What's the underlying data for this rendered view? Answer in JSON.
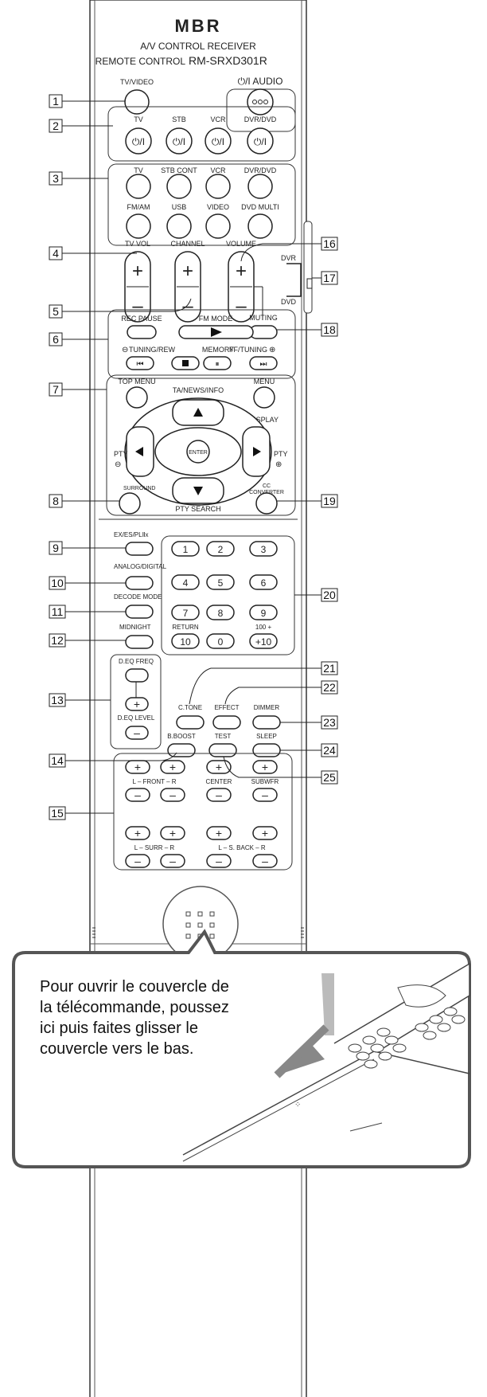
{
  "remote": {
    "brand_logo": "MBR",
    "line1": "A/V CONTROL RECEIVER",
    "line2_prefix": "REMOTE CONTROL",
    "model": "RM-SRXD301R"
  },
  "labels": {
    "power_audio": "⏻/I AUDIO",
    "tv_video": "TV/VIDEO",
    "tv": "TV",
    "stb": "STB",
    "vcr": "VCR",
    "dvr_dvd": "DVR/DVD",
    "stb_cont": "STB CONT",
    "fm_am": "FM/AM",
    "usb": "USB",
    "video": "VIDEO",
    "dvd_multi": "DVD MULTI",
    "tv_vol": "TV VOL",
    "channel": "CHANNEL",
    "volume": "VOLUME",
    "dvr": "DVR",
    "dvd": "DVD",
    "muting": "MUTING",
    "rec_pause": "REC PAUSE",
    "fm_mode": "FM MODE",
    "tuning_rew": "TUNING/REW",
    "memory": "MEMORY",
    "ff_tuning": "FF/TUNING",
    "top_menu": "TOP MENU",
    "ta_news_info": "TA/NEWS/INFO",
    "menu": "MENU",
    "display": "DISPLAY",
    "pty": "PTY",
    "enter": "ENTER",
    "pty_search": "PTY SEARCH",
    "surround": "SURROUND",
    "cc_converter_1": "CC",
    "cc_converter_2": "CONVERTER",
    "ex_es_pl": "EX/ES/PLⅡx",
    "analog_digital": "ANALOG/DIGITAL",
    "decode_mode": "DECODE MODE",
    "midnight": "MIDNIGHT",
    "d_eq_freq": "D.EQ FREQ",
    "d_eq_level": "D.EQ LEVEL",
    "return": "RETURN",
    "hundred_plus": "100 +",
    "key_1": "1",
    "key_2": "2",
    "key_3": "3",
    "key_4": "4",
    "key_5": "5",
    "key_6": "6",
    "key_7": "7",
    "key_8": "8",
    "key_9": "9",
    "key_10": "10",
    "key_0": "0",
    "key_plus10": "+10",
    "c_tone": "C.TONE",
    "effect": "EFFECT",
    "dimmer": "DIMMER",
    "sleep": "SLEEP",
    "b_boost": "B.BOOST",
    "test": "TEST",
    "front": "L –  FRONT  – R",
    "center": "CENTER",
    "subwfr": "SUBWFR",
    "surr": "L –  SURR  – R",
    "s_back": "L – S. BACK – R"
  },
  "callouts": [
    "1",
    "2",
    "3",
    "4",
    "5",
    "6",
    "7",
    "8",
    "9",
    "10",
    "11",
    "12",
    "13",
    "14",
    "15",
    "16",
    "17",
    "18",
    "19",
    "20",
    "21",
    "22",
    "23",
    "24",
    "25"
  ],
  "callout_text": "Pour ouvrir le couvercle de\nla télécommande, poussez\nici puis faites glisser le\ncouvercle vers le bas."
}
